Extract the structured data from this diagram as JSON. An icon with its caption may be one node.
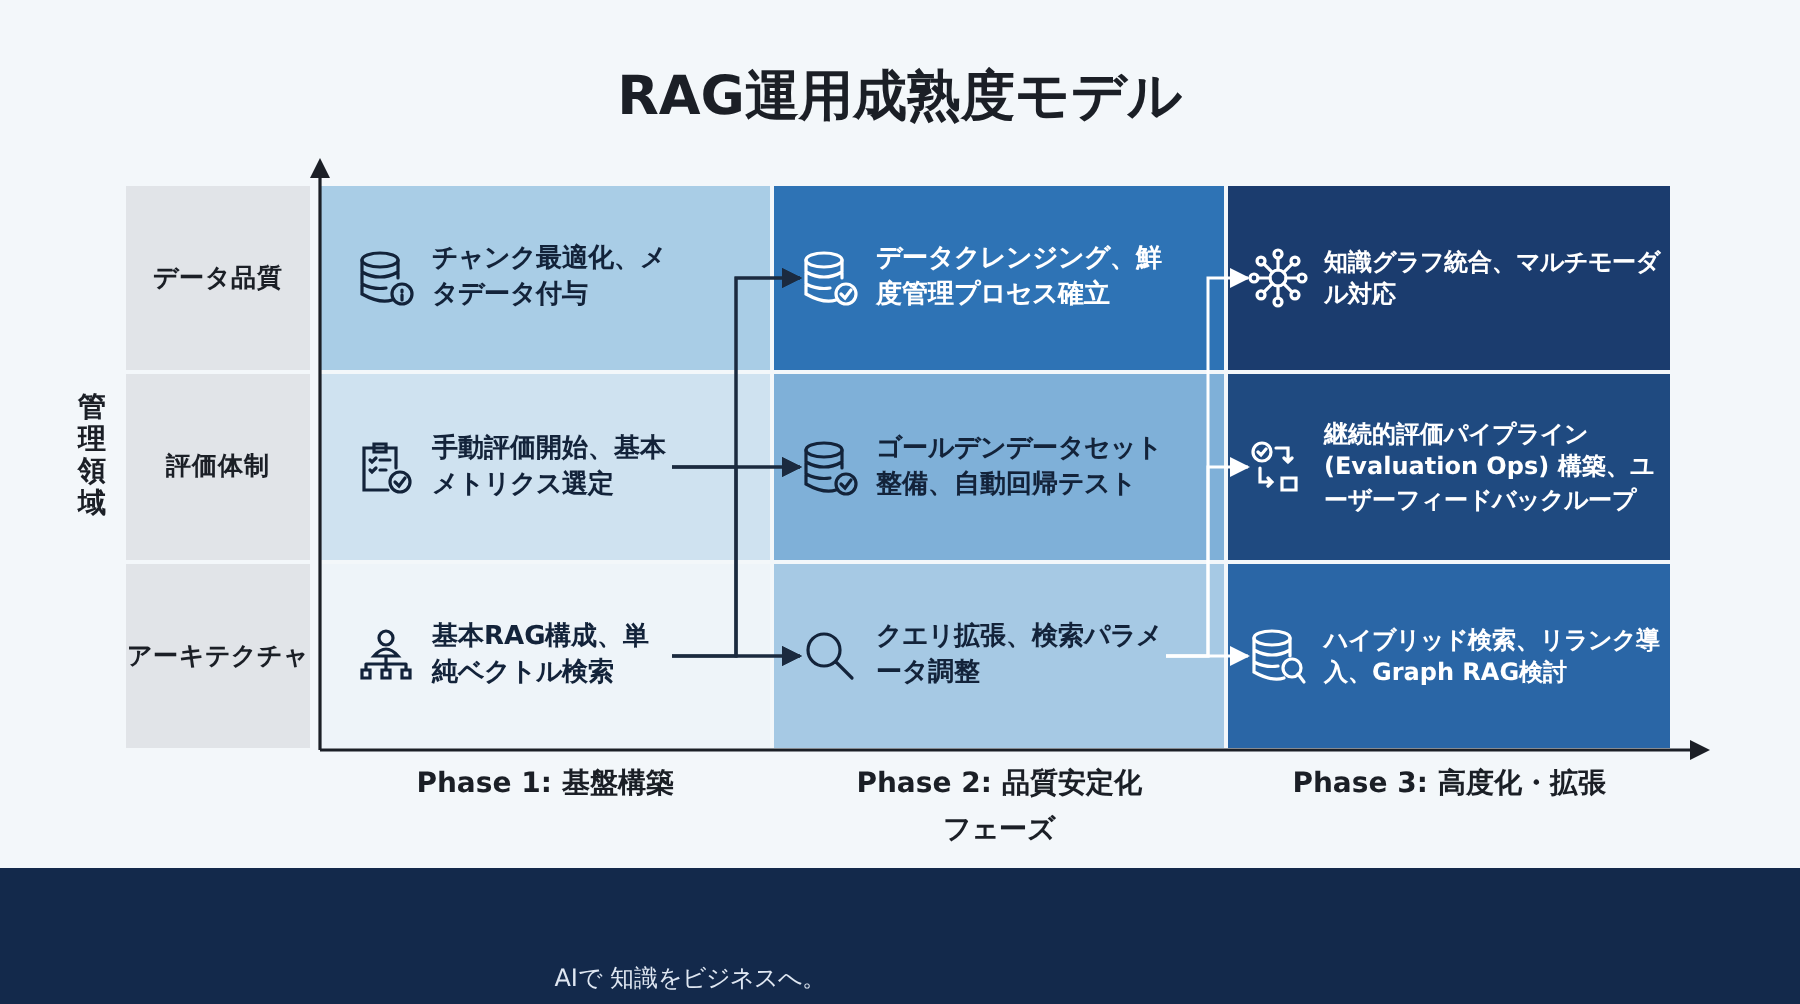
{
  "diagram": {
    "title": "RAG運用成熟度モデル",
    "nodes": [
      {
        "text": [
          "データ品質"
        ]
      },
      {
        "text": [
          "チャンク最適化、メタデータ付与"
        ]
      },
      {
        "text": [
          "データクレンジング、鮮度管理プロセス確立"
        ]
      },
      {
        "text": [
          "知識グラフ統合、マルチモーダル対応"
        ]
      },
      {
        "text": [
          "評価体制"
        ]
      },
      {
        "text": [
          "手動評価開始、基本メトリクス選定"
        ]
      },
      {
        "text": [
          "ゴールデンデータセット整備、自動回帰テスト"
        ]
      },
      {
        "text": [
          "継続的評価パイプライン(Evaluation Ops) 構築、ユーザーフィードバックループ"
        ]
      },
      {
        "text": [
          "アーキテクチャ"
        ]
      },
      {
        "text": [
          "基本RAG構成、単純ベクトル検索"
        ]
      },
      {
        "text": [
          "クエリ拡張、検索パラメータ調整"
        ]
      },
      {
        "text": [
          "ハイブリッド検索、リランク導入、Graph RAG検討"
        ]
      }
    ],
    "edges": [
      {
        "from": 5,
        "to": 2,
        "arrow": "to"
      },
      {
        "from": 5,
        "to": 6,
        "arrow": "to"
      },
      {
        "from": 5,
        "to": 10,
        "arrow": "to"
      },
      {
        "from": 9,
        "to": 2,
        "arrow": "to"
      },
      {
        "from": 9,
        "to": 6,
        "arrow": "to"
      },
      {
        "from": 9,
        "to": 10,
        "arrow": "to"
      },
      {
        "from": 10,
        "to": 3,
        "arrow": "to",
        "color": "#ffffff"
      },
      {
        "from": 10,
        "to": 7,
        "arrow": "to",
        "color": "#ffffff"
      },
      {
        "from": 10,
        "to": 11,
        "arrow": "to",
        "color": "#ffffff"
      }
    ],
    "labels": [
      "管理領域",
      "Phase 1: 基盤構築",
      "Phase 2: 品質安定化",
      "Phase 3: 高度化・拡張",
      "フェーズ",
      "AIで 知識をビジネスへ。"
    ]
  }
}
